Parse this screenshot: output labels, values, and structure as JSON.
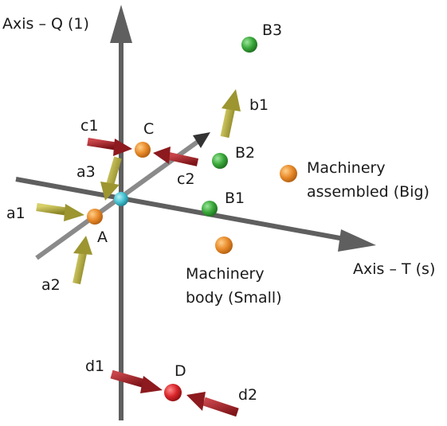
{
  "axes": {
    "vertical_label": "Axis – Q (1)",
    "horizontal_label": "Axis – T (s)"
  },
  "points": {
    "A": "A",
    "B1": "B1",
    "B2": "B2",
    "B3": "B3",
    "C": "C",
    "D": "D"
  },
  "arrows": {
    "a1": "a1",
    "a2": "a2",
    "a3": "a3",
    "b1": "b1",
    "c1": "c1",
    "c2": "c2",
    "d1": "d1",
    "d2": "d2"
  },
  "legend": {
    "big_line1": "Machinery",
    "big_line2": "assembled (Big)",
    "small_line1": "Machinery",
    "small_line2": "body (Small)"
  },
  "colors": {
    "axis_gray": "#5f5f5f",
    "orange": "#e88a2a",
    "green": "#3aa83a",
    "red": "#d8252a",
    "cyan": "#46c3d3",
    "olive_arrow": "#b4ad3c",
    "red_arrow": "#a8272b"
  }
}
